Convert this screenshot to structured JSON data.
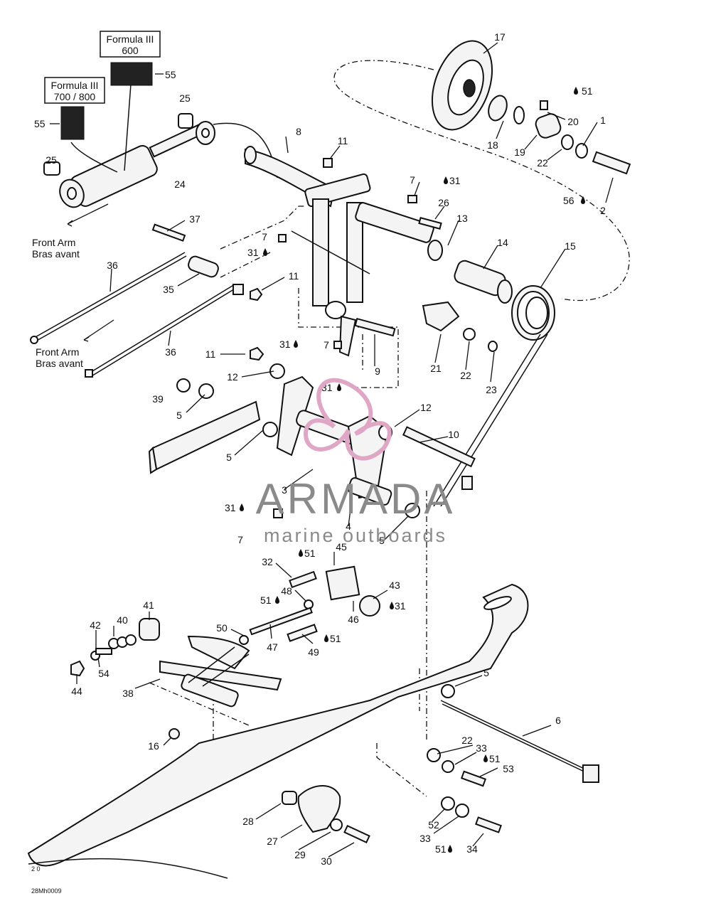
{
  "callouts": {
    "formula_600": [
      "Formula III",
      "600"
    ],
    "formula_700": [
      "Formula III",
      "700 / 800"
    ],
    "front_arm_1": [
      "Front Arm",
      "Bras avant"
    ],
    "front_arm_2": [
      "Front Arm",
      "Bras avant"
    ]
  },
  "parts": {
    "p17": "17",
    "p51a": "51",
    "p20": "20",
    "p1": "1",
    "p18": "18",
    "p19": "19",
    "p22a": "22",
    "p56": "56",
    "p2": "2",
    "p55a": "55",
    "p55b": "55",
    "p25a": "25",
    "p25b": "25",
    "p24": "24",
    "p8": "8",
    "p11a": "11",
    "p7a": "7",
    "p31a": "31",
    "p26": "26",
    "p13": "13",
    "p14": "14",
    "p15": "15",
    "p37": "37",
    "p7b": "7",
    "p31b": "31",
    "p36a": "36",
    "p35": "35",
    "p11b": "11",
    "p31c": "31",
    "p7c": "7",
    "p36b": "36",
    "p21": "21",
    "p22b": "22",
    "p23": "23",
    "p9": "9",
    "p11c": "11",
    "p12a": "12",
    "p31d": "31",
    "p39": "39",
    "p5a": "5",
    "p12b": "12",
    "p5b": "5",
    "p10": "10",
    "p3": "3",
    "p31e": "31",
    "p7d": "7",
    "p4": "4",
    "p5c": "5",
    "p45": "45",
    "p51b": "51",
    "p32": "32",
    "p43": "43",
    "p48": "48",
    "p51c": "51",
    "p31f": "31",
    "p46": "46",
    "p41": "41",
    "p40": "40",
    "p42": "42",
    "p50": "50",
    "p47": "47",
    "p49": "49",
    "p51d": "51",
    "p44": "44",
    "p54": "54",
    "p38": "38",
    "p5d": "5",
    "p6": "6",
    "p16": "16",
    "p22c": "22",
    "p33a": "33",
    "p51e": "51",
    "p53": "53",
    "p28": "28",
    "p27": "27",
    "p52": "52",
    "p33b": "33",
    "p29": "29",
    "p30": "30",
    "p51f": "51",
    "p34": "34"
  },
  "watermark": {
    "brand": "ARMADA",
    "tagline": "marine outboards"
  },
  "drawing_code": "28Mh0009",
  "corner_mark": "2   0",
  "colors": {
    "line": "#111111",
    "watermark_text": "#8a8a8a",
    "logo": "#e0a6c6"
  }
}
